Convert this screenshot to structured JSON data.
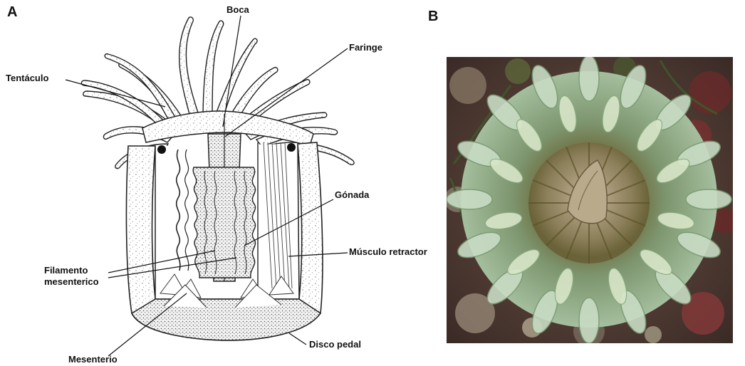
{
  "panels": {
    "a": "A",
    "b": "B"
  },
  "labels": {
    "boca": "Boca",
    "faringe": "Faringe",
    "tentaculo": "Tentáculo",
    "gonada": "Gónada",
    "musculo_retractor": "Músculo retractor",
    "filamento_line1": "Filamento",
    "filamento_line2": "mesenterico",
    "disco_pedal": "Disco pedal",
    "mesenterio": "Mesenterio"
  }
}
